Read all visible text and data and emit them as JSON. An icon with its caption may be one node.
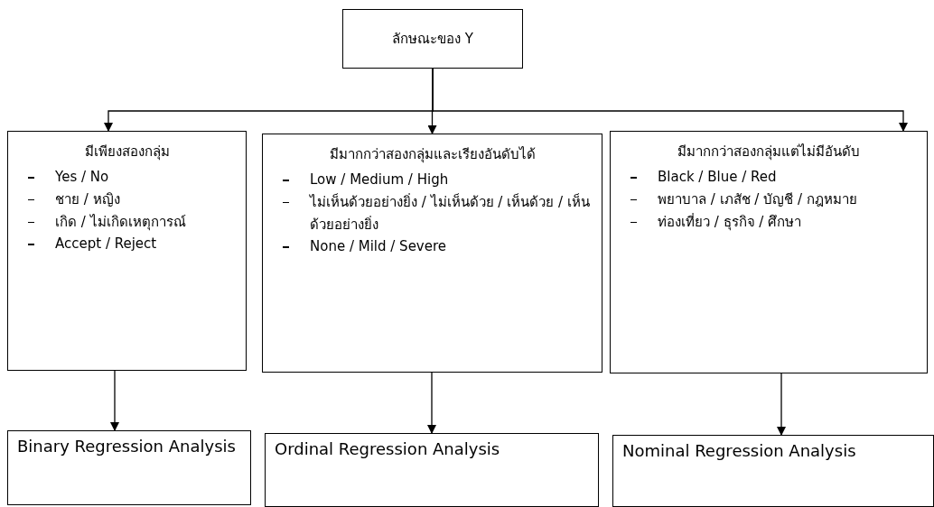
{
  "diagram": {
    "nodes": [
      {
        "text": [
          "ลักษณะของ Y"
        ]
      },
      {
        "text": [
          "มีเพียงสองกลุ่ม",
          "Yes / No",
          "ชาย / หญิง",
          "เกิด / ไม่เกิดเหตุการณ์",
          "Accept / Reject"
        ]
      },
      {
        "text": [
          "มีมากกว่าสองกลุ่มและเรียงอันดับได้",
          "Low / Medium / High",
          "ไม่เห็นด้วยอย่างยิ่ง / ไม่เห็นด้วย / เห็นด้วย / เห็นด้วยอย่างยิ่ง",
          "None / Mild / Severe"
        ]
      },
      {
        "text": [
          "มีมากกว่าสองกลุ่มแต่ไม่มีอันดับ",
          "Black / Blue / Red",
          "พยาบาล / เภสัช / บัญชี / กฎหมาย",
          "ท่องเที่ยว / ธุรกิจ / ศึกษา"
        ]
      },
      {
        "text": [
          "Binary Regression Analysis"
        ]
      },
      {
        "text": [
          "Ordinal Regression Analysis"
        ]
      },
      {
        "text": [
          "Nominal Regression Analysis"
        ]
      }
    ],
    "edges": [
      {
        "from": 0,
        "to": 1,
        "arrow": "to"
      },
      {
        "from": 0,
        "to": 2,
        "arrow": "to"
      },
      {
        "from": 0,
        "to": 3,
        "arrow": "to"
      },
      {
        "from": 1,
        "to": 4,
        "arrow": "to"
      },
      {
        "from": 2,
        "to": 5,
        "arrow": "to"
      },
      {
        "from": 3,
        "to": 6,
        "arrow": "to"
      }
    ]
  }
}
